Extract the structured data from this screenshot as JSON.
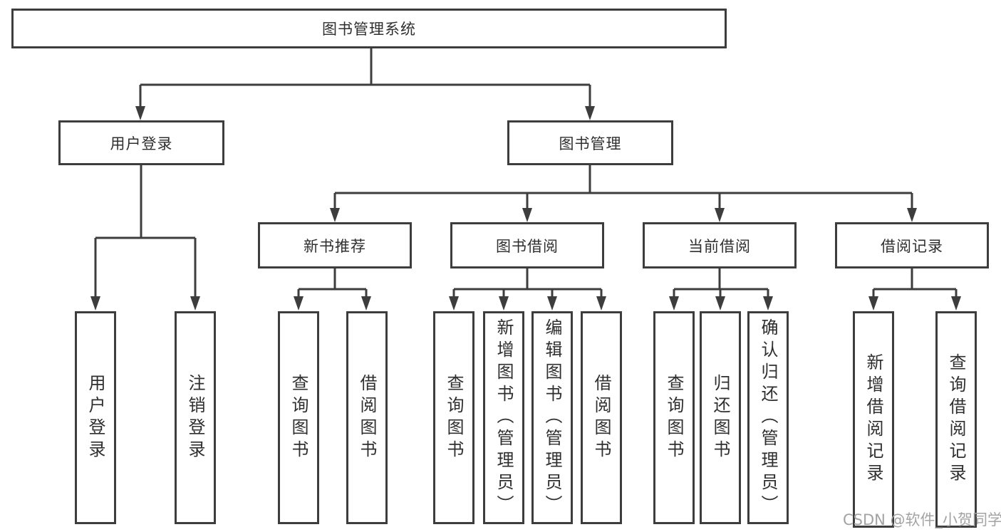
{
  "tree": {
    "label": "图书管理系统",
    "children": [
      {
        "label": "用户登录",
        "children": [
          {
            "label": "用户登录"
          },
          {
            "label": "注销登录"
          }
        ]
      },
      {
        "label": "图书管理",
        "children": [
          {
            "label": "新书推荐",
            "children": [
              {
                "label": "查询图书"
              },
              {
                "label": "借阅图书"
              }
            ]
          },
          {
            "label": "图书借阅",
            "children": [
              {
                "label": "查询图书"
              },
              {
                "label": "新增图书（管理员）"
              },
              {
                "label": "编辑图书（管理员）"
              },
              {
                "label": "借阅图书"
              }
            ]
          },
          {
            "label": "当前借阅",
            "children": [
              {
                "label": "查询图书"
              },
              {
                "label": "归还图书"
              },
              {
                "label": "确认归还（管理员）"
              }
            ]
          },
          {
            "label": "借阅记录",
            "children": [
              {
                "label": "新增借阅记录"
              },
              {
                "label": "查询借阅记录"
              }
            ]
          }
        ]
      }
    ]
  },
  "watermark": {
    "text": "CSDN @软件_小贺同学"
  },
  "colors": {
    "line": "#3d3d3d",
    "label": "#2f2f2f",
    "watermark": "#a3a3a3",
    "background": "#ffffff"
  }
}
